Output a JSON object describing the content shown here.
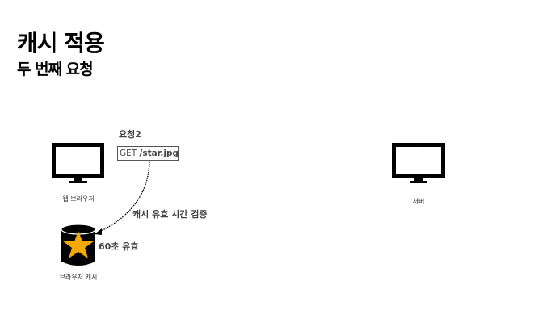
{
  "title": "캐시 적용",
  "subtitle": "두 번째 요청",
  "client": {
    "label": "웹 브라우저"
  },
  "server": {
    "label": "서버"
  },
  "cache": {
    "label": "브라우저 캐시",
    "validity": "60초 유효"
  },
  "request": {
    "label": "요청2",
    "method": "GET",
    "path": "/star.jpg"
  },
  "arrow_label": "캐시 유효 시간 검증",
  "colors": {
    "star": "#f5a900",
    "device": "#000000"
  }
}
